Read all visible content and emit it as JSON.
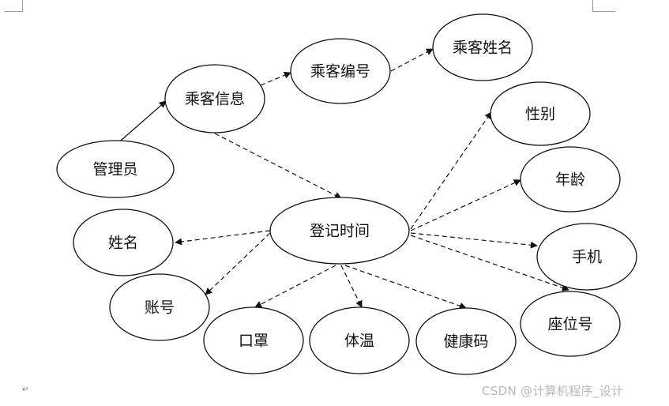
{
  "diagram": {
    "nodes": [
      {
        "id": "admin",
        "label": "管理员"
      },
      {
        "id": "passenger-info",
        "label": "乘客信息"
      },
      {
        "id": "passenger-id",
        "label": "乘客编号"
      },
      {
        "id": "passenger-name",
        "label": "乘客姓名"
      },
      {
        "id": "gender",
        "label": "性别"
      },
      {
        "id": "age",
        "label": "年龄"
      },
      {
        "id": "phone",
        "label": "手机"
      },
      {
        "id": "seat",
        "label": "座位号"
      },
      {
        "id": "checkin-time",
        "label": "登记时间"
      },
      {
        "id": "name",
        "label": "姓名"
      },
      {
        "id": "account",
        "label": "账号"
      },
      {
        "id": "mask",
        "label": "口罩"
      },
      {
        "id": "temperature",
        "label": "体温"
      },
      {
        "id": "health-code",
        "label": "健康码"
      }
    ],
    "edges": [
      {
        "from": "admin",
        "to": "passenger-info",
        "style": "solid"
      },
      {
        "from": "passenger-info",
        "to": "passenger-id",
        "style": "dashed"
      },
      {
        "from": "passenger-id",
        "to": "passenger-name",
        "style": "dashed"
      },
      {
        "from": "passenger-info",
        "to": "checkin-time",
        "style": "dashed"
      },
      {
        "from": "checkin-time",
        "to": "gender",
        "style": "dashed"
      },
      {
        "from": "checkin-time",
        "to": "age",
        "style": "dashed"
      },
      {
        "from": "checkin-time",
        "to": "phone",
        "style": "dashed"
      },
      {
        "from": "checkin-time",
        "to": "seat",
        "style": "dashed"
      },
      {
        "from": "checkin-time",
        "to": "name",
        "style": "dashed"
      },
      {
        "from": "checkin-time",
        "to": "account",
        "style": "dashed"
      },
      {
        "from": "checkin-time",
        "to": "mask",
        "style": "dashed"
      },
      {
        "from": "checkin-time",
        "to": "temperature",
        "style": "dashed"
      },
      {
        "from": "checkin-time",
        "to": "health-code",
        "style": "dashed"
      }
    ]
  },
  "watermark": "CSDN @计算机程序_设计",
  "paragraph_mark": "↵"
}
